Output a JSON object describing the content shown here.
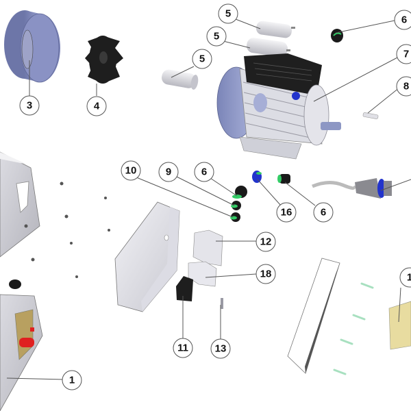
{
  "diagram": {
    "title": "Exploded parts diagram",
    "colors": {
      "fan_cover": "#7f87b8",
      "fan": "#1e1e1e",
      "capacitor": "#d9d9de",
      "motor_body": "#8d97c4",
      "terminal_box": "#202020",
      "gland_blue": "#2233cc",
      "gland_green": "#33cc66",
      "housing": "#e8e8ee",
      "button_red": "#e02020",
      "plate_brass": "#b8a060",
      "bracket_yellow": "#e8dca0",
      "screw_green": "#a8e0c0",
      "leader_line": "#555555"
    },
    "parts": [
      {
        "id": "fan-cover",
        "label": "3"
      },
      {
        "id": "cooling-fan",
        "label": "4"
      },
      {
        "id": "capacitor-a",
        "label": "5"
      },
      {
        "id": "capacitor-b",
        "label": "5"
      },
      {
        "id": "capacitor-c",
        "label": "5"
      },
      {
        "id": "cable-gland-top",
        "label": "6"
      },
      {
        "id": "electric-motor",
        "label": "7"
      },
      {
        "id": "shaft-key",
        "label": "8"
      },
      {
        "id": "cable-gland-stack",
        "label": "6"
      },
      {
        "id": "gland-nut",
        "label": "9"
      },
      {
        "id": "gland-seal",
        "label": "10"
      },
      {
        "id": "blue-gland",
        "label": "16"
      },
      {
        "id": "cable-gland-right",
        "label": "6"
      },
      {
        "id": "contactor",
        "label": "12"
      },
      {
        "id": "protection-relay",
        "label": "18"
      },
      {
        "id": "relay-block",
        "label": "11"
      },
      {
        "id": "terminal-jumper",
        "label": "13"
      },
      {
        "id": "machine-housing",
        "label": "1"
      },
      {
        "id": "mounting-bracket",
        "label": "1"
      },
      {
        "id": "power-plug",
        "label": ""
      }
    ]
  }
}
